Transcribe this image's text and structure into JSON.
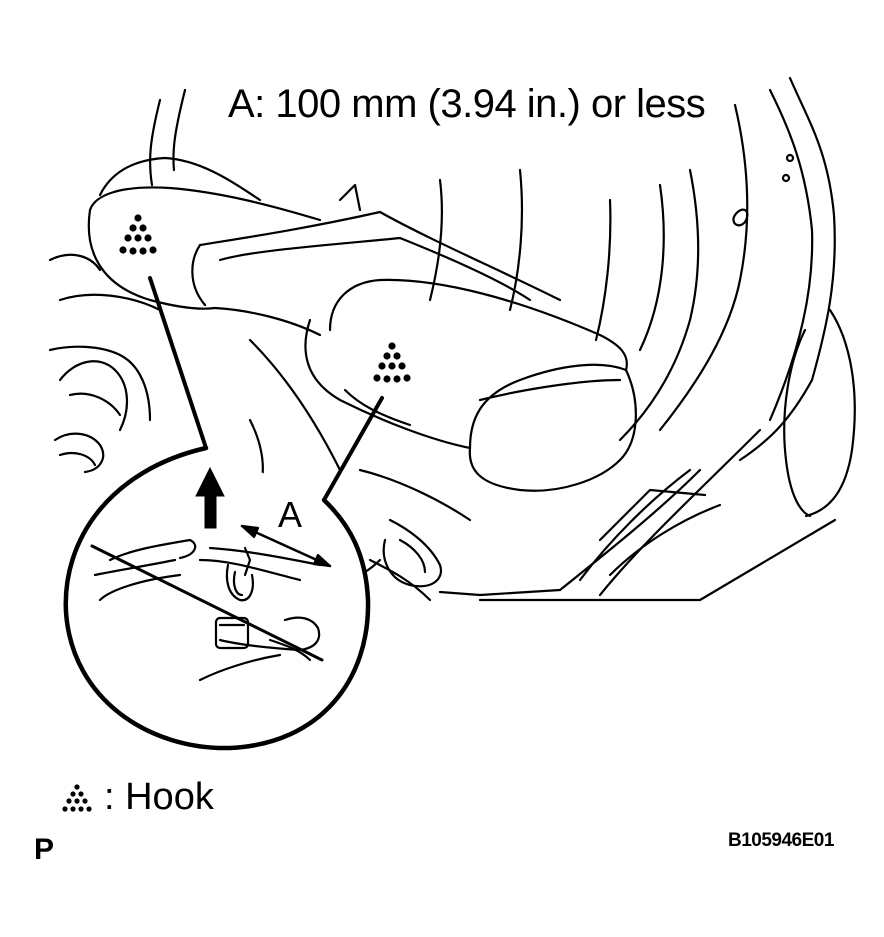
{
  "diagram": {
    "spec_label": "A: 100 mm (3.94 in.) or less",
    "dimension_letter": "A",
    "legend": {
      "symbol": "hook-triangle-icon",
      "text": ": Hook"
    },
    "corner_marker": "P",
    "figure_id": "B105946E01"
  }
}
